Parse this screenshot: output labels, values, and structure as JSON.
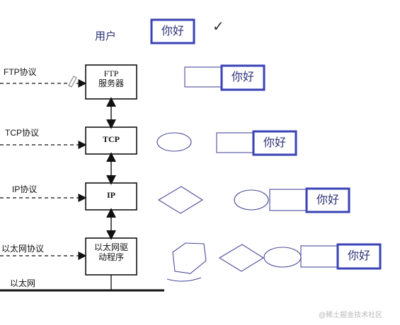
{
  "diagram": {
    "user_label": "用户",
    "layers": [
      {
        "side_label": "FTP协议",
        "box_lines": [
          "FTP",
          "服务器"
        ]
      },
      {
        "side_label": "TCP协议",
        "box_lines": [
          "TCP",
          ""
        ]
      },
      {
        "side_label": "IP协议",
        "box_lines": [
          "IP",
          ""
        ]
      },
      {
        "side_label": "以太网协议",
        "box_lines": [
          "以太网驱",
          "动程序"
        ]
      }
    ],
    "bottom_line_label": "以太网",
    "annotation_text": "你好",
    "check_mark": "✓"
  },
  "footer": {
    "watermark": "@稀土掘金技术社区"
  },
  "colors": {
    "accent": "#3a42b5",
    "text": "#111111"
  }
}
